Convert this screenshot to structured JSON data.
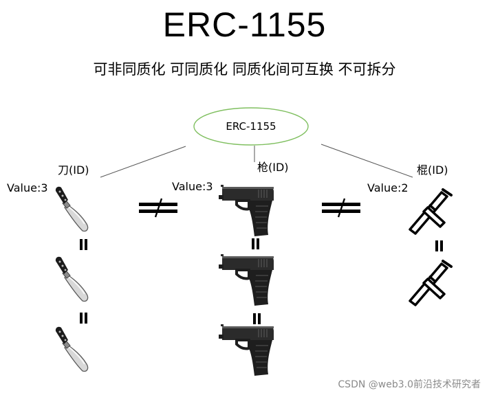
{
  "title": "ERC-1155",
  "subtitle": "可非同质化 可同质化 同质化间可互换 不可拆分",
  "root": {
    "label": "ERC-1155",
    "border_color": "#7fbf5f"
  },
  "tokens": [
    {
      "name": "刀(ID)",
      "value": "Value:3",
      "icon": "knife-icon",
      "count": 3
    },
    {
      "name": "枪(ID)",
      "value": "Value:3",
      "icon": "pistol-icon",
      "count": 3
    },
    {
      "name": "棍(ID)",
      "value": "Value:2",
      "icon": "baton-icon",
      "count": 2
    }
  ],
  "relations": {
    "between_groups": "not-equal-icon",
    "within_group": "equal-icon"
  },
  "watermark": "CSDN @web3.0前沿技术研究者"
}
